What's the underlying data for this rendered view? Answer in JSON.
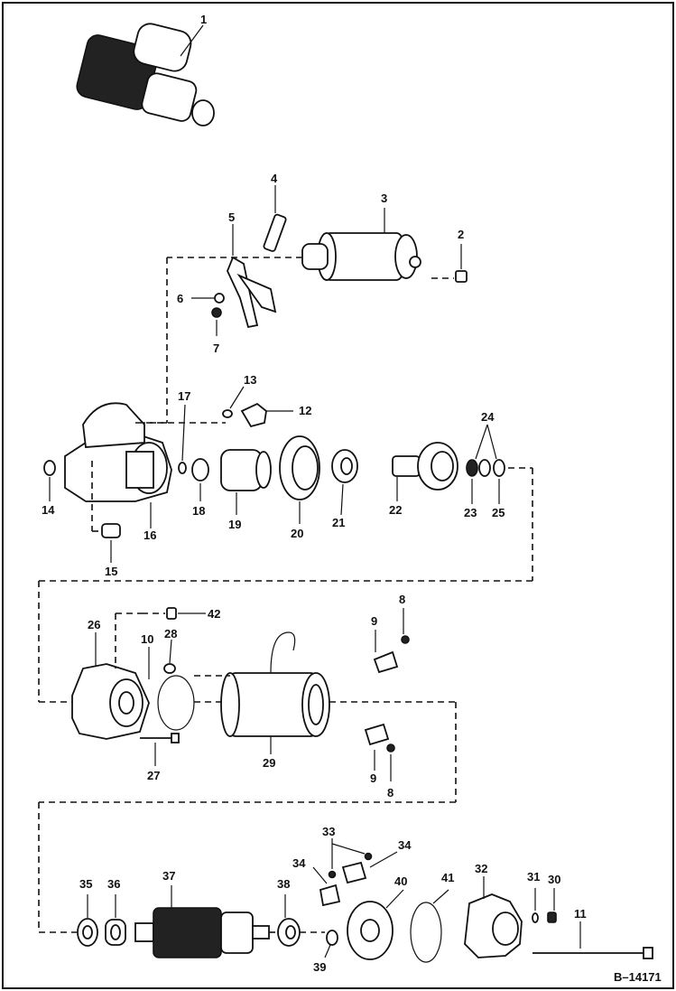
{
  "figure": {
    "reference": "B–14171"
  },
  "callouts": [
    {
      "id": "1",
      "text": "1"
    },
    {
      "id": "2",
      "text": "2"
    },
    {
      "id": "3",
      "text": "3"
    },
    {
      "id": "4",
      "text": "4"
    },
    {
      "id": "5",
      "text": "5"
    },
    {
      "id": "6",
      "text": "6"
    },
    {
      "id": "7",
      "text": "7"
    },
    {
      "id": "8a",
      "text": "8"
    },
    {
      "id": "8b",
      "text": "8"
    },
    {
      "id": "9a",
      "text": "9"
    },
    {
      "id": "9b",
      "text": "9"
    },
    {
      "id": "10",
      "text": "10"
    },
    {
      "id": "11",
      "text": "11"
    },
    {
      "id": "12",
      "text": "12"
    },
    {
      "id": "13",
      "text": "13"
    },
    {
      "id": "14",
      "text": "14"
    },
    {
      "id": "15",
      "text": "15"
    },
    {
      "id": "16",
      "text": "16"
    },
    {
      "id": "17",
      "text": "17"
    },
    {
      "id": "18",
      "text": "18"
    },
    {
      "id": "19",
      "text": "19"
    },
    {
      "id": "20",
      "text": "20"
    },
    {
      "id": "21",
      "text": "21"
    },
    {
      "id": "22",
      "text": "22"
    },
    {
      "id": "23",
      "text": "23"
    },
    {
      "id": "24",
      "text": "24"
    },
    {
      "id": "25",
      "text": "25"
    },
    {
      "id": "26",
      "text": "26"
    },
    {
      "id": "27",
      "text": "27"
    },
    {
      "id": "28",
      "text": "28"
    },
    {
      "id": "29",
      "text": "29"
    },
    {
      "id": "30",
      "text": "30"
    },
    {
      "id": "31",
      "text": "31"
    },
    {
      "id": "32",
      "text": "32"
    },
    {
      "id": "33",
      "text": "33"
    },
    {
      "id": "34a",
      "text": "34"
    },
    {
      "id": "34b",
      "text": "34"
    },
    {
      "id": "35",
      "text": "35"
    },
    {
      "id": "36",
      "text": "36"
    },
    {
      "id": "37",
      "text": "37"
    },
    {
      "id": "38",
      "text": "38"
    },
    {
      "id": "39",
      "text": "39"
    },
    {
      "id": "40",
      "text": "40"
    },
    {
      "id": "41",
      "text": "41"
    },
    {
      "id": "42",
      "text": "42"
    }
  ]
}
